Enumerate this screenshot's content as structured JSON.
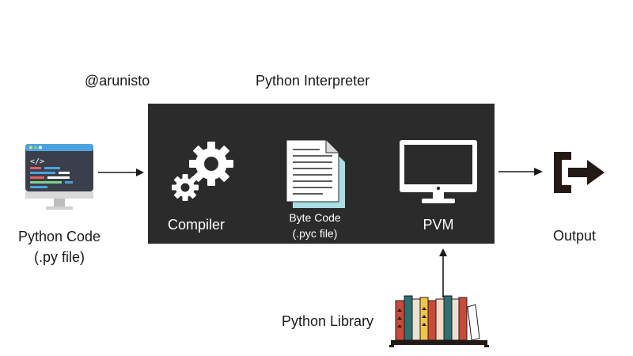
{
  "watermark": "@arunisto",
  "interpreter": {
    "title": "Python Interpreter"
  },
  "source": {
    "line1": "Python Code",
    "line2": "(.py file)"
  },
  "stages": {
    "compiler": "Compiler",
    "bytecode_line1": "Byte Code",
    "bytecode_line2": "(.pyc file)",
    "pvm": "PVM"
  },
  "output": "Output",
  "library": "Python Library",
  "colors": {
    "box": "#2b2b2b",
    "ink": "#1a1a1a",
    "white": "#ffffff",
    "bytecode_back": "#a9dfe3"
  },
  "icons": {
    "source": "code-editor-monitor-icon",
    "compiler": "gears-icon",
    "bytecode": "document-icon",
    "pvm": "monitor-icon",
    "output": "exit-arrow-icon",
    "library": "bookshelf-icon"
  }
}
